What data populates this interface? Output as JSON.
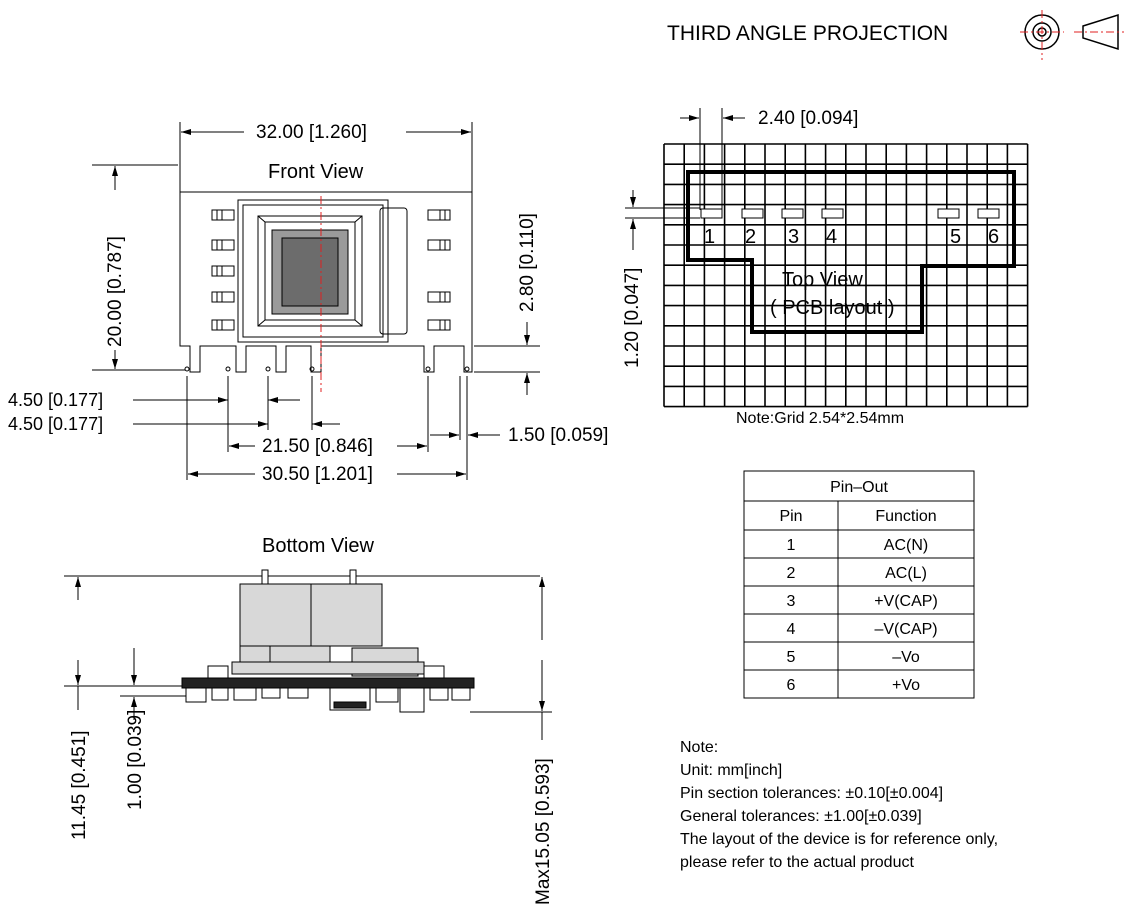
{
  "projection": {
    "label": "THIRD ANGLE PROJECTION"
  },
  "front_view": {
    "title": "Front View",
    "dims": {
      "overall_width": "32.00 [1.260]",
      "height": "20.00 [0.787]",
      "pin_length": "2.80 [0.110]",
      "pitch_a": "4.50 [0.177]",
      "pitch_b": "4.50 [0.177]",
      "span_pins": "21.50 [0.846]",
      "span_outer": "30.50 [1.201]",
      "pin_width": "1.50 [0.059]"
    }
  },
  "bottom_view": {
    "title": "Bottom View",
    "dims": {
      "body_height": "11.45 [0.451]",
      "standoff": "1.00 [0.039]",
      "max_height": "Max15.05 [0.593]"
    }
  },
  "top_view": {
    "title": "Top View",
    "subtitle": "( PCB layout )",
    "pin_labels": [
      "1",
      "2",
      "3",
      "4",
      "5",
      "6"
    ],
    "dims": {
      "pad_width": "2.40 [0.094]",
      "pad_height": "1.20 [0.047]"
    },
    "grid_note": "Note:Grid 2.54*2.54mm"
  },
  "pinout": {
    "title": "Pin–Out",
    "headers": [
      "Pin",
      "Function"
    ],
    "rows": [
      [
        "1",
        "AC(N)"
      ],
      [
        "2",
        "AC(L)"
      ],
      [
        "3",
        "+V(CAP)"
      ],
      [
        "4",
        "–V(CAP)"
      ],
      [
        "5",
        "–Vo"
      ],
      [
        "6",
        "+Vo"
      ]
    ]
  },
  "notes": {
    "lines": [
      "Note:",
      "Unit: mm[inch]",
      "Pin section tolerances: ±0.10[±0.004]",
      "General tolerances: ±1.00[±0.039]",
      "The layout of the device is for reference only,",
      "please refer to the actual product"
    ]
  }
}
